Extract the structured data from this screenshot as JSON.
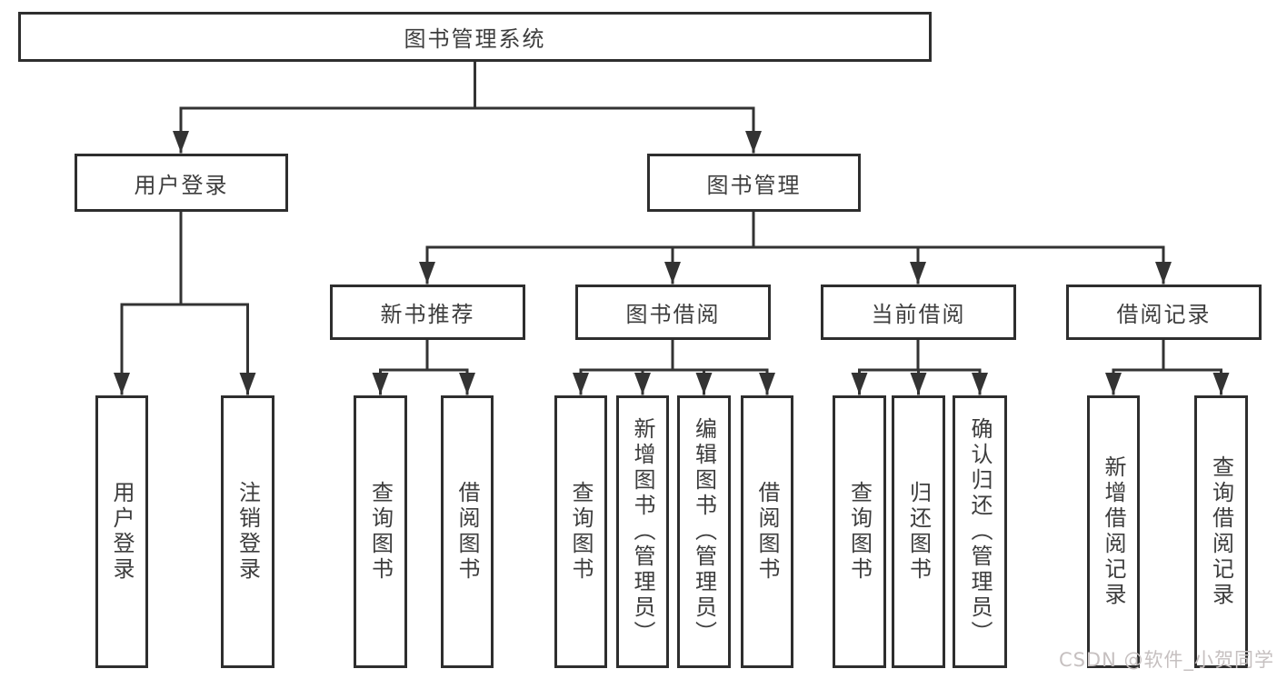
{
  "diagram": {
    "title": "图书管理系统"
  },
  "nodes": {
    "root": "图书管理系统",
    "user_login": "用户登录",
    "book_mgmt": "图书管理",
    "new_book_rec": "新书推荐",
    "book_borrow": "图书借阅",
    "current_borrow": "当前借阅",
    "borrow_records": "借阅记录",
    "ul_user_login": "用户登录",
    "ul_logout": "注销登录",
    "nr_search_book": "查询图书",
    "nr_borrow_book": "借阅图书",
    "bb_search_book": "查询图书",
    "bb_add_book": "新增图书（管理员）",
    "bb_edit_book": "编辑图书（管理员）",
    "bb_borrow_book": "借阅图书",
    "cb_search_book": "查询图书",
    "cb_return_book": "归还图书",
    "cb_confirm_return": "确认归还（管理员）",
    "br_add_record": "新增借阅记录",
    "br_search_record": "查询借阅记录"
  },
  "hierarchy": {
    "图书管理系统": {
      "用户登录": [
        "用户登录",
        "注销登录"
      ],
      "图书管理": {
        "新书推荐": [
          "查询图书",
          "借阅图书"
        ],
        "图书借阅": [
          "查询图书",
          "新增图书（管理员）",
          "编辑图书（管理员）",
          "借阅图书"
        ],
        "当前借阅": [
          "查询图书",
          "归还图书",
          "确认归还（管理员）"
        ],
        "借阅记录": [
          "新增借阅记录",
          "查询借阅记录"
        ]
      }
    }
  },
  "watermark": {
    "text": "CSDN @软件_小贺同学"
  },
  "colors": {
    "line": "#333333",
    "box_border": "#2e2e2e",
    "text": "#3d3d3d",
    "watermark": "#c6c0c0",
    "background": "#ffffff"
  }
}
